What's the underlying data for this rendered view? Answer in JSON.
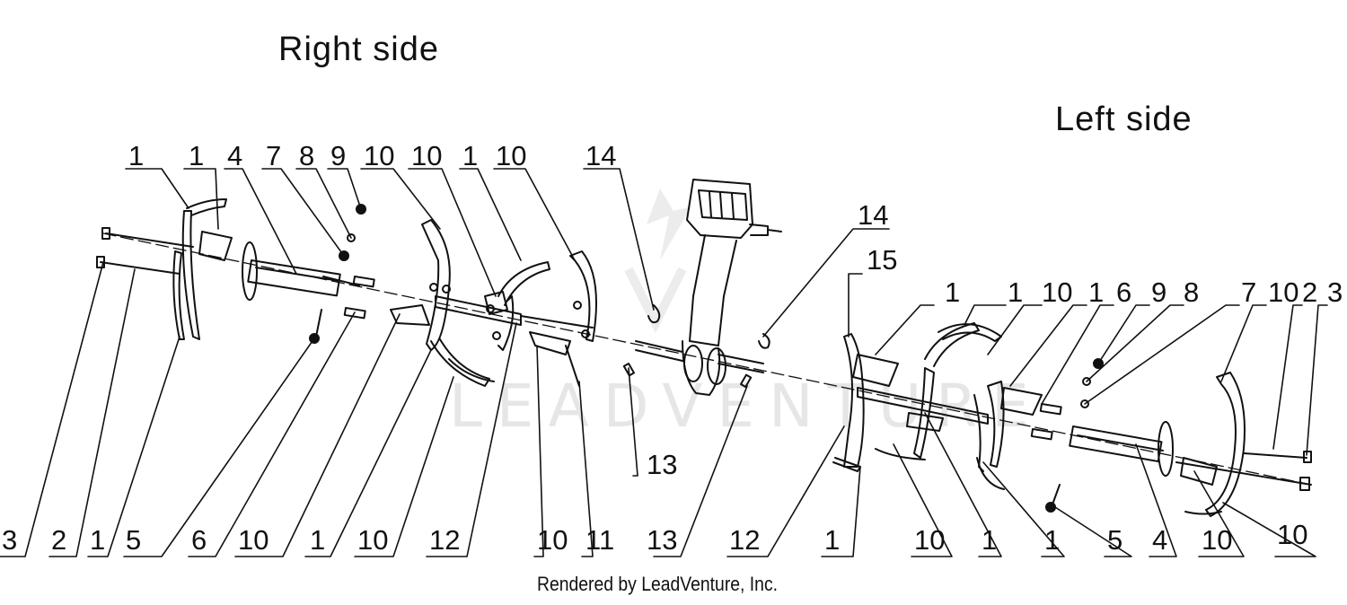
{
  "headings": {
    "right_side": "Right side",
    "left_side": "Left side"
  },
  "credit": "Rendered by LeadVenture, Inc.",
  "watermark": "LEADVENTURE",
  "callouts": {
    "top_right_group": [
      "1",
      "1",
      "4",
      "7",
      "8",
      "9",
      "10",
      "10",
      "1",
      "10",
      "14"
    ],
    "top_left_group": [
      "14",
      "15",
      "1",
      "1",
      "10",
      "1",
      "6",
      "9",
      "8",
      "7",
      "10",
      "2",
      "3"
    ],
    "bottom_row": [
      "3",
      "2",
      "1",
      "5",
      "6",
      "10",
      "1",
      "10",
      "12",
      "10",
      "11",
      "13",
      "12",
      "1",
      "10",
      "1",
      "1",
      "5",
      "4",
      "10",
      "10"
    ],
    "middle": [
      "13"
    ]
  },
  "colors": {
    "ink": "#111111",
    "watermark": "#e6e6e6",
    "background": "#ffffff"
  }
}
